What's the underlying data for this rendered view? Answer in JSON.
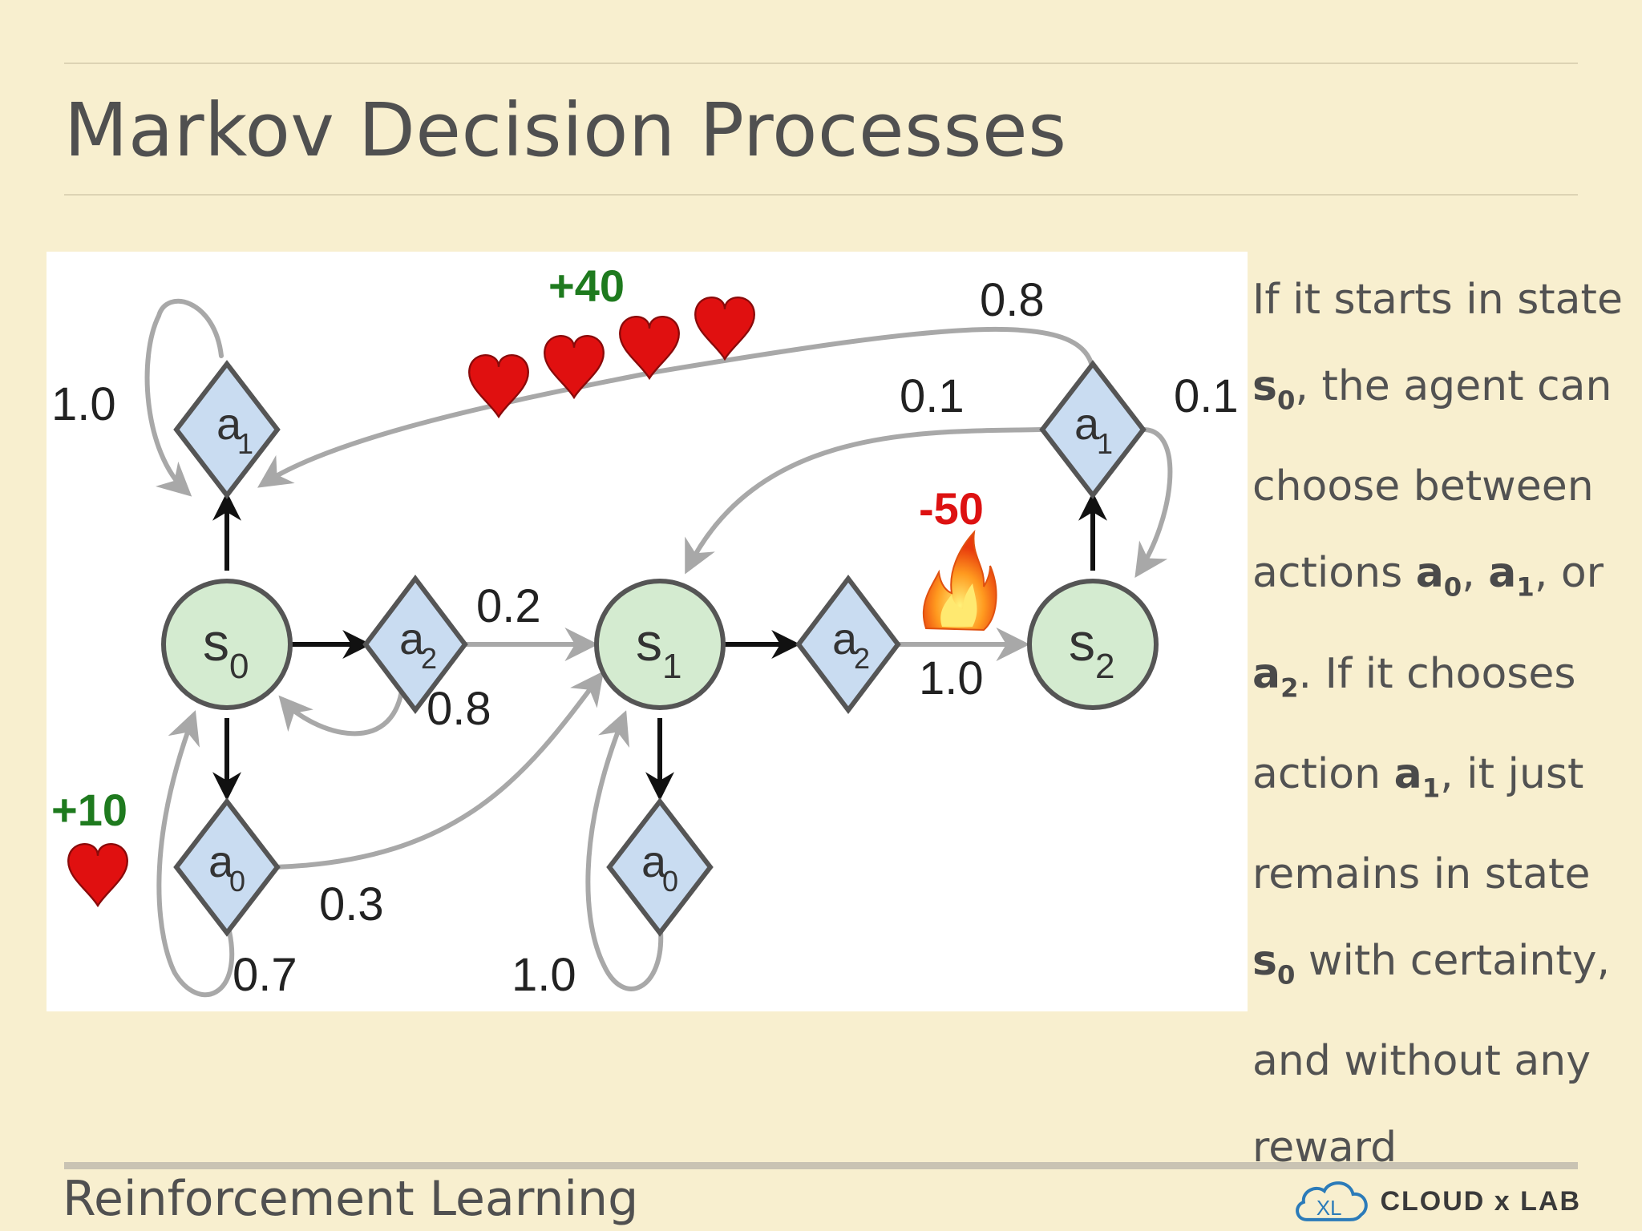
{
  "slide": {
    "title": "Markov Decision Processes",
    "footer": "Reinforcement Learning",
    "logo_text": "CLOUD x LAB",
    "logo_mark": "XL"
  },
  "description": {
    "t1": "If it starts in state ",
    "s0": "s",
    "s0_sub": "0",
    "t2": ", the agent can choose between actions ",
    "a0": "a",
    "a0_sub": "0",
    "t3": ", ",
    "a1": "a",
    "a1_sub": "1",
    "t4": ", or ",
    "a2": "a",
    "a2_sub": "2",
    "t5": ". If it chooses action ",
    "a1b": "a",
    "a1b_sub": "1",
    "t6": ", it just remains in state ",
    "s0b": "s",
    "s0b_sub": "0",
    "t7": " with certainty, and without any reward"
  },
  "diagram": {
    "states": [
      {
        "id": "s0",
        "letter": "s",
        "sub": "0"
      },
      {
        "id": "s1",
        "letter": "s",
        "sub": "1"
      },
      {
        "id": "s2",
        "letter": "s",
        "sub": "2"
      }
    ],
    "actions": [
      {
        "id": "s0-a1",
        "letter": "a",
        "sub": "1"
      },
      {
        "id": "s0-a2",
        "letter": "a",
        "sub": "2"
      },
      {
        "id": "s0-a0",
        "letter": "a",
        "sub": "0"
      },
      {
        "id": "s1-a2",
        "letter": "a",
        "sub": "2"
      },
      {
        "id": "s1-a0",
        "letter": "a",
        "sub": "0"
      },
      {
        "id": "s2-a1",
        "letter": "a",
        "sub": "1"
      }
    ],
    "probabilities": {
      "s0_a1_loop": "1.0",
      "s0_a2_to_s1": "0.2",
      "s0_a2_to_s0": "0.8",
      "s0_a0_to_s1": "0.3",
      "s0_a0_to_s0": "0.7",
      "s1_a0_loop": "1.0",
      "s1_a2_to_s2": "1.0",
      "s2_a1_to_s0": "0.8",
      "s2_a1_to_s1": "0.1",
      "s2_a1_to_s2": "0.1"
    },
    "rewards": {
      "r_plus40": "+40",
      "r_plus10": "+10",
      "r_minus50": "-50"
    },
    "colors": {
      "state_fill": "#d4ebd0",
      "action_fill": "#c9dcf1",
      "node_stroke": "#555555",
      "positive_reward": "#1e7a1e",
      "negative_reward": "#dd1111",
      "heart": "#e01010",
      "gray_arrow": "#a8a8a8"
    },
    "icons": [
      "heart-icon",
      "fire-icon"
    ]
  }
}
